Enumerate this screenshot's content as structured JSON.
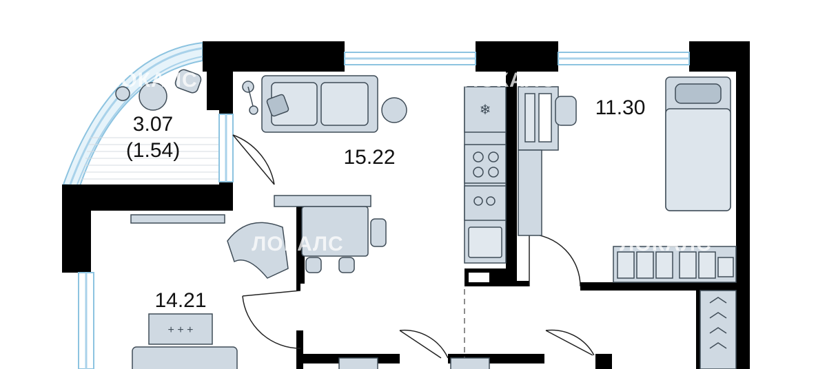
{
  "plan": {
    "areas": {
      "balcony_total": "3.07",
      "balcony_reduced": "(1.54)",
      "living_room": "15.22",
      "bedroom_right": "11.30",
      "bedroom_left": "14.21"
    },
    "watermark": "ЛОКАЛС"
  },
  "colors": {
    "wall": "#000000",
    "furniture_fill": "#cfd9e2",
    "furniture_stroke": "#3f4c57",
    "window": "#a9d2ea",
    "background": "#ffffff"
  }
}
